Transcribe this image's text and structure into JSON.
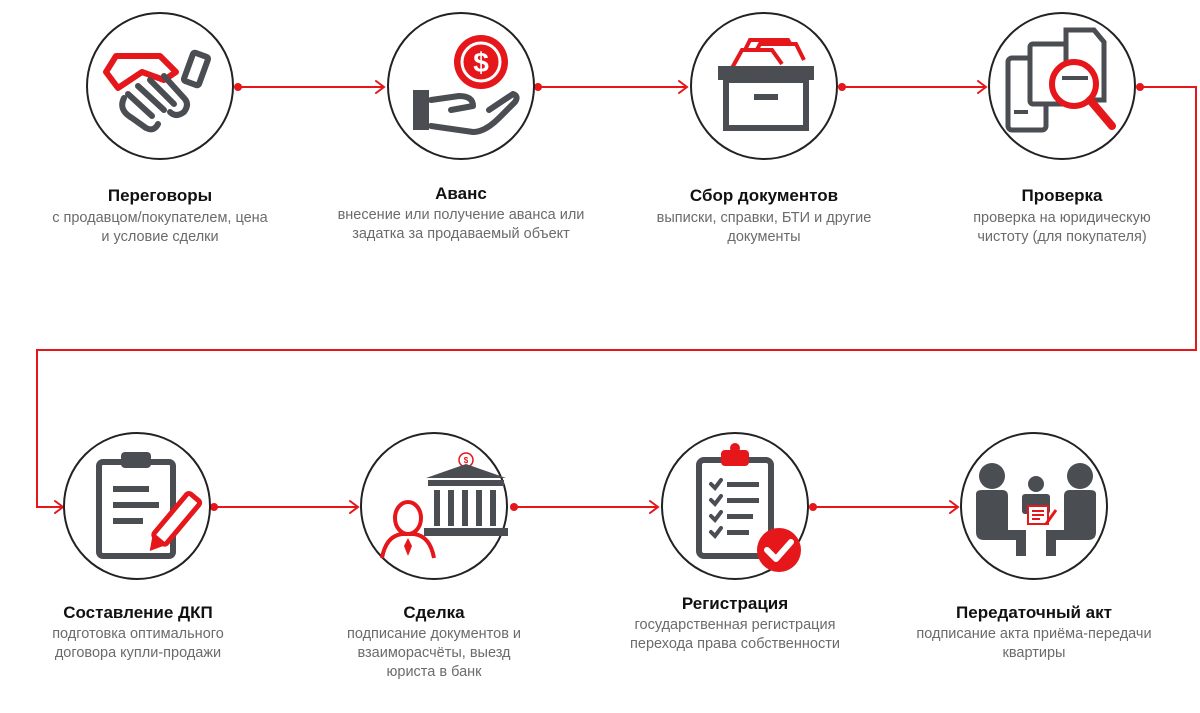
{
  "colors": {
    "accent": "#e5171b",
    "icon": "#4a4d52",
    "outline": "#222222",
    "desc": "#6b6b6b"
  },
  "steps": [
    {
      "title": "Переговоры",
      "desc": "с продавцом/покупателем, цена\nи условие сделки",
      "icon": "handshake-icon"
    },
    {
      "title": "Аванс",
      "desc": "внесение или получение аванса или\nзадатка за продаваемый объект",
      "icon": "hand-dollar-icon"
    },
    {
      "title": "Сбор документов",
      "desc": "выписки, справки, БТИ и другие\nдокументы",
      "icon": "document-box-icon"
    },
    {
      "title": "Проверка",
      "desc": "проверка на юридическую\nчистоту (для покупателя)",
      "icon": "magnifier-documents-icon"
    },
    {
      "title": "Составление ДКП",
      "desc": "подготовка оптимального\nдоговора купли-продажи",
      "icon": "clipboard-pen-icon"
    },
    {
      "title": "Сделка",
      "desc": "подписание документов и\nвзаиморасчёты, выезд\nюриста в банк",
      "icon": "bank-person-icon"
    },
    {
      "title": "Регистрация",
      "desc": "государственная регистрация\nперехода права собственности",
      "icon": "clipboard-check-icon"
    },
    {
      "title": "Передаточный акт",
      "desc": "подписание акта приёма-передачи\nквартиры",
      "icon": "meeting-people-icon"
    }
  ]
}
